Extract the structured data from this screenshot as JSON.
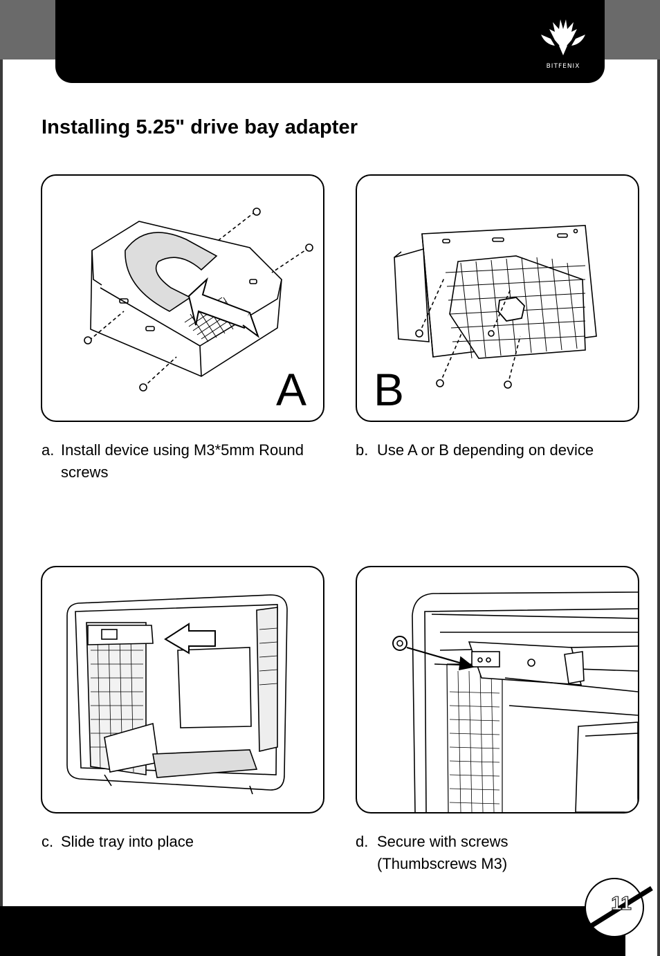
{
  "header": {
    "logo_icon": "bitfenix-logo-icon",
    "brand_text": "BITFENIX"
  },
  "title": "Installing 5.25\" drive bay adapter",
  "panels": [
    {
      "letter": "A",
      "illustration": "drive-adapter-round-screws-illustration"
    },
    {
      "letter": "B",
      "illustration": "drive-adapter-bottom-screws-illustration"
    },
    {
      "letter": "",
      "illustration": "case-slide-tray-illustration"
    },
    {
      "letter": "",
      "illustration": "case-thumbscrew-illustration"
    }
  ],
  "captions": [
    {
      "marker": "a.",
      "line1": "Install device using M3*5mm Round",
      "line2": "screws"
    },
    {
      "marker": "b.",
      "line1": "Use A or B depending on device",
      "line2": ""
    },
    {
      "marker": "c.",
      "line1": "Slide tray into place",
      "line2": ""
    },
    {
      "marker": "d.",
      "line1": "Secure with screws",
      "line2": "(Thumbscrews M3)"
    }
  ],
  "footer": {
    "page_number": "11"
  },
  "colors": {
    "band": "#000000",
    "corner": "#6a6a6a",
    "frame": "#3a3a3a"
  }
}
